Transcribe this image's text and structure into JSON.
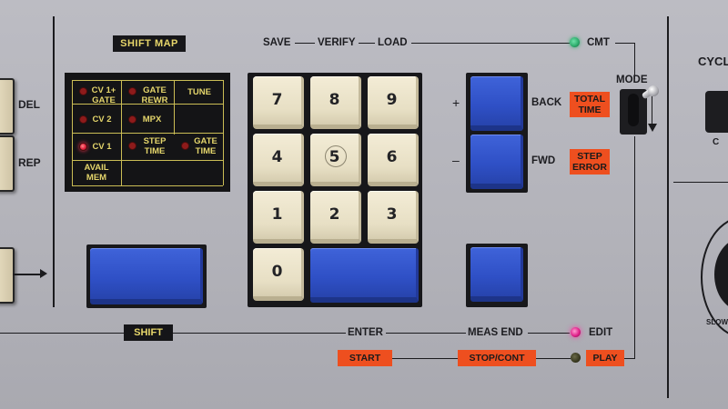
{
  "left_panel": {
    "del_label": "DEL",
    "rep_label": "REP"
  },
  "shift_map": {
    "title": "SHIFT MAP",
    "cells": [
      {
        "label": "CV 1+\nGATE",
        "led": "off"
      },
      {
        "label": "GATE\nREWR",
        "led": "off"
      },
      {
        "label": "TUNE",
        "led": "none"
      },
      {
        "label": "CV 2",
        "led": "off"
      },
      {
        "label": "MPX",
        "led": "off"
      },
      {
        "label": "CV 1",
        "led": "on"
      },
      {
        "label": "STEP\nTIME",
        "led": "off"
      },
      {
        "label": "GATE\nTIME",
        "led": "off"
      },
      {
        "label": "AVAIL\nMEM",
        "led": "none"
      }
    ]
  },
  "top_row": {
    "save": "SAVE",
    "verify": "VERIFY",
    "load": "LOAD",
    "cmt": "CMT"
  },
  "keypad": {
    "keys": [
      "7",
      "8",
      "9",
      "4",
      "5",
      "6",
      "1",
      "2",
      "3",
      "0"
    ]
  },
  "transport": {
    "plus": "+",
    "minus": "–",
    "back": "BACK",
    "fwd": "FWD",
    "total_time": "TOTAL\nTIME",
    "step_error": "STEP\nERROR",
    "mode": "MODE"
  },
  "bottom_row": {
    "shift": "SHIFT",
    "enter": "ENTER",
    "meas_end": "MEAS END",
    "edit": "EDIT",
    "start": "START",
    "stop_cont": "STOP/CONT",
    "play": "PLAY"
  },
  "right_panel": {
    "cycle_fragment": "CYCL",
    "c_fragment": "C",
    "slo_fragment": "SLOW"
  },
  "colors": {
    "panel": "#b8b8bf",
    "blue_key": "#2f50c6",
    "cream_key": "#ece5cc",
    "orange": "#ee4f1f",
    "map_text": "#e4d56b",
    "led_green": "#2fae6e",
    "led_red": "#e01e3c"
  }
}
